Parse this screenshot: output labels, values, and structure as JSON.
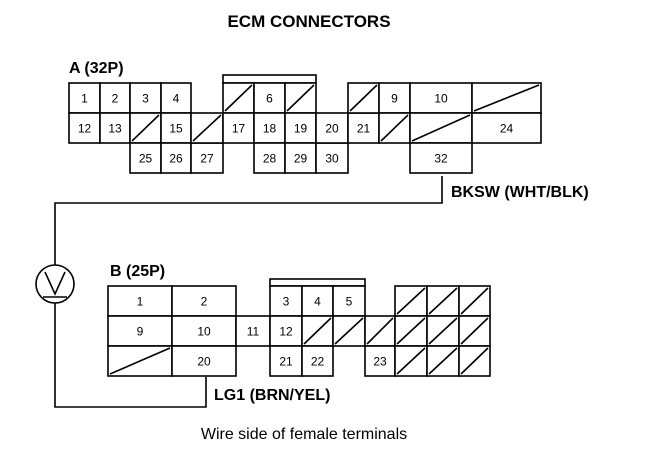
{
  "title": "ECM CONNECTORS",
  "connector_a": {
    "label": "A (32P)",
    "terminals": [
      "1",
      "2",
      "3",
      "4",
      "6",
      "9",
      "10",
      "12",
      "13",
      "15",
      "17",
      "18",
      "19",
      "20",
      "21",
      "24",
      "25",
      "26",
      "27",
      "28",
      "29",
      "30",
      "32"
    ]
  },
  "connector_b": {
    "label": "B (25P)",
    "terminals": [
      "1",
      "2",
      "3",
      "4",
      "5",
      "9",
      "10",
      "11",
      "12",
      "20",
      "21",
      "22",
      "23"
    ]
  },
  "wires": {
    "a": "BKSW (WHT/BLK)",
    "b": "LG1 (BRN/YEL)"
  },
  "meter_symbol": "V",
  "caption": "Wire side of female terminals"
}
